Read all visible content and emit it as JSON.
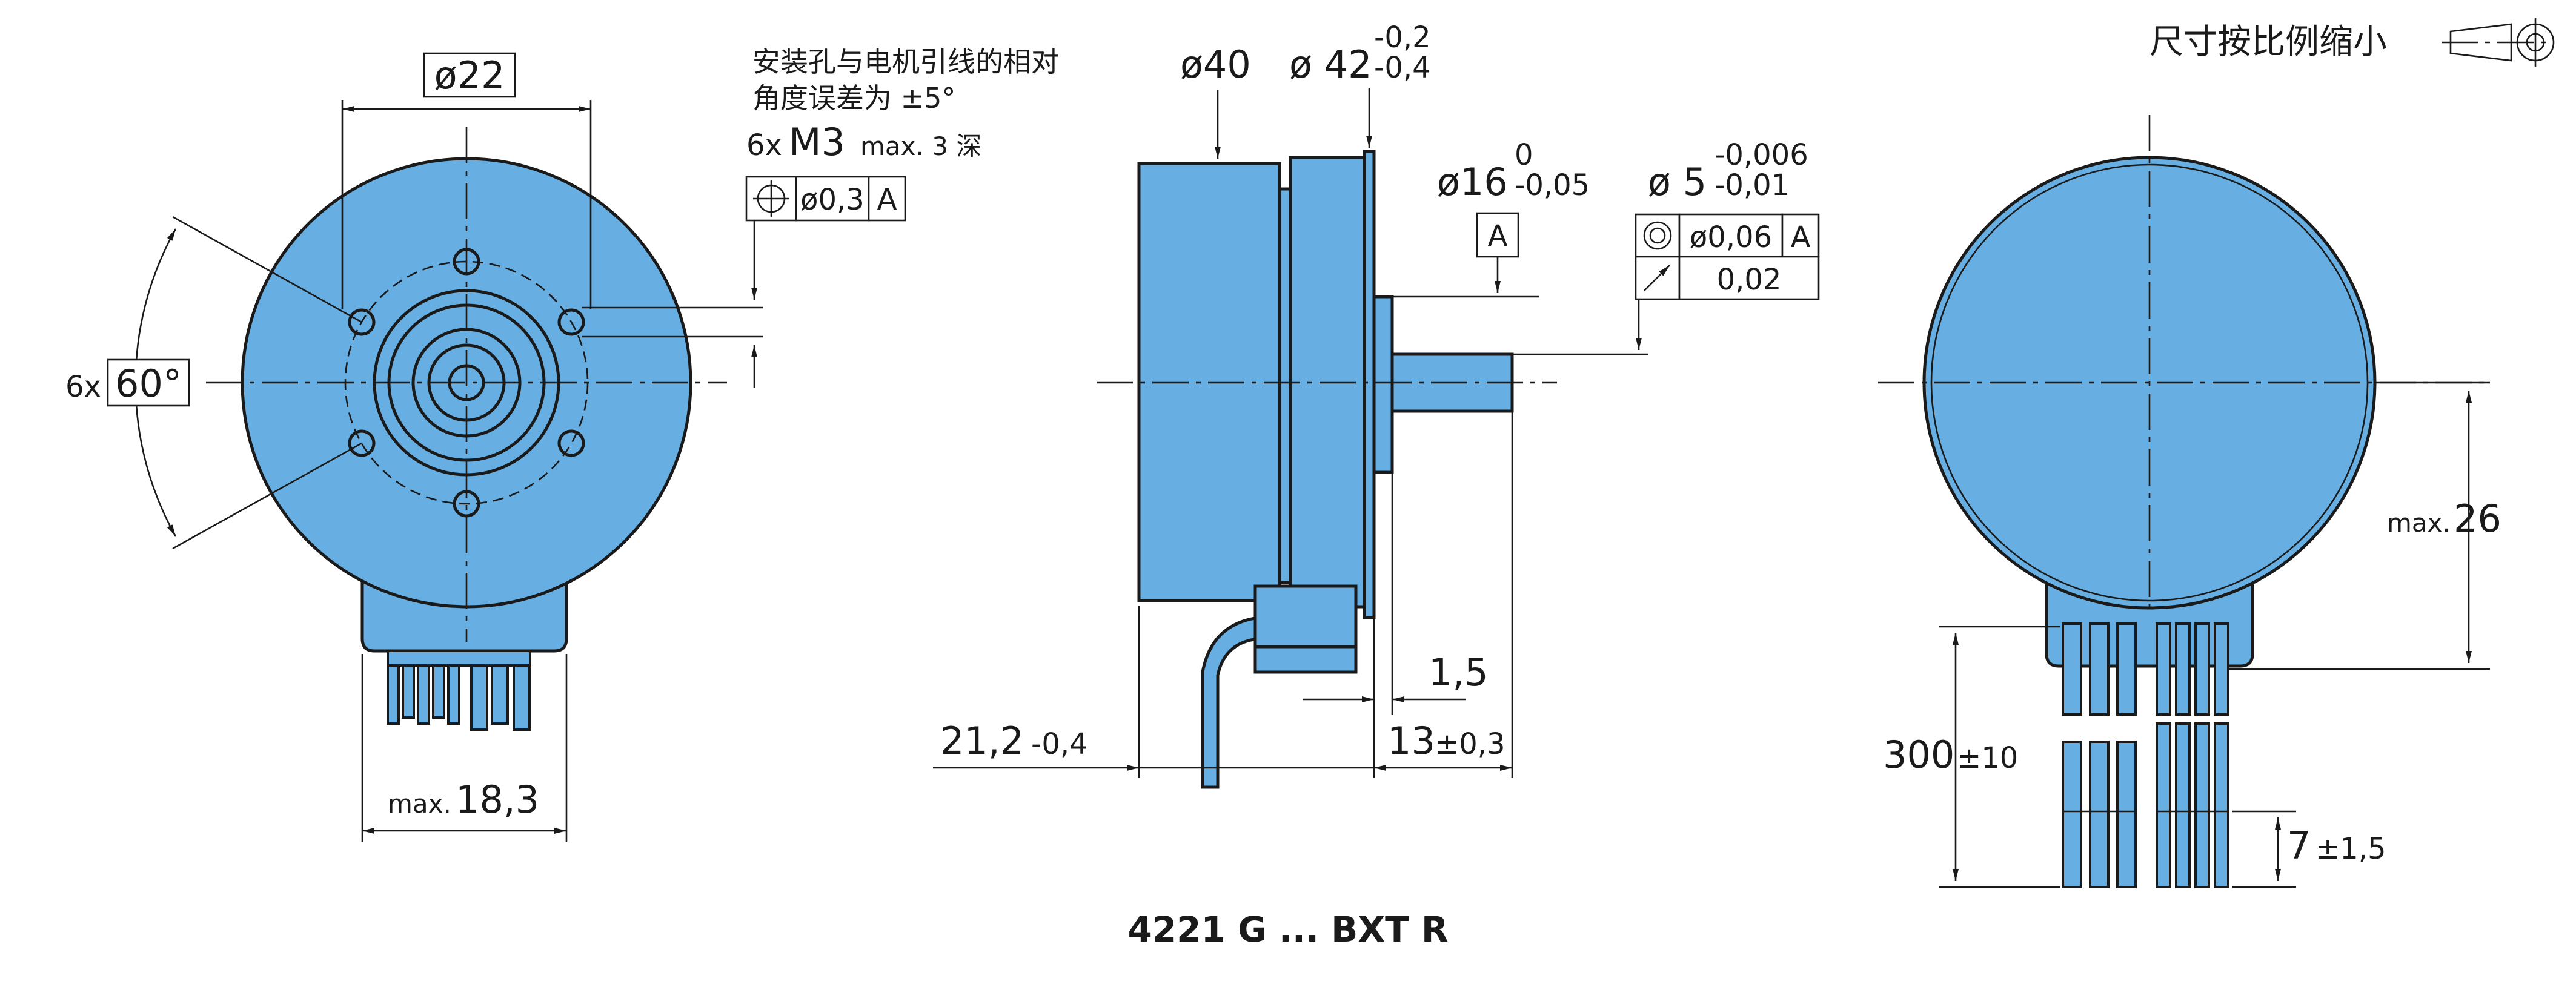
{
  "drawing": {
    "title": "4221 G ... BXT R",
    "scale_note": "尺寸按比例缩小",
    "front_view": {
      "bolt_circle_dia": "ø22",
      "angle_count": "6x",
      "angle_value": "60°",
      "width_prefix": "max.",
      "width_value": "18,3",
      "note_line1": "安装孔与电机引线的相对",
      "note_line2": "角度误差为 ±5°",
      "thread_count": "6x",
      "thread_size": "M3",
      "thread_depth": "max. 3 深",
      "position_tol": "ø0,3",
      "position_datum": "A"
    },
    "side_view": {
      "body_dia": "ø40",
      "flange_dia": "ø 42",
      "flange_tol_upper": "-0,2",
      "flange_tol_lower": "-0,4",
      "pilot_dia": "ø16",
      "pilot_tol_upper": "0",
      "pilot_tol_lower": "-0,05",
      "datum_label": "A",
      "shaft_dia": "ø 5",
      "shaft_tol_upper": "-0,006",
      "shaft_tol_lower": "-0,01",
      "concentricity_tol": "ø0,06",
      "concentricity_datum": "A",
      "runout_tol": "0,02",
      "pilot_length": "1,5",
      "shaft_length": "13",
      "shaft_length_tol": "±0,3",
      "body_length": "21,2",
      "body_length_tol": "-0,4"
    },
    "rear_view": {
      "height_prefix": "max.",
      "height_value": "26",
      "lead_length": "300",
      "lead_length_tol": "±10",
      "strip_length": "7",
      "strip_length_tol": "±1,5"
    },
    "colors": {
      "motor_fill": "#67aee2",
      "outline": "#1a1a1a"
    }
  }
}
